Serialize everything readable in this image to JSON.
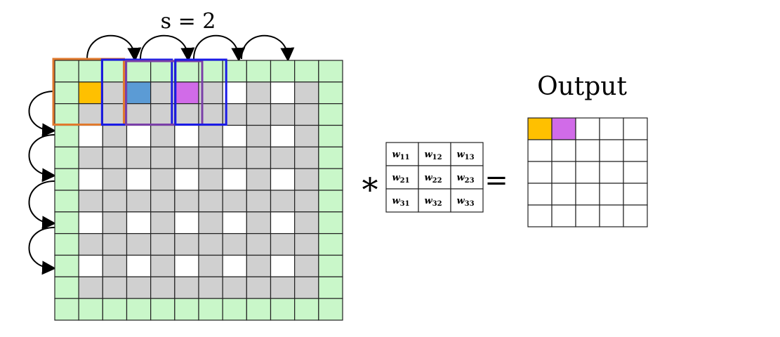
{
  "stride_label": "s = 2",
  "operator_symbol": "*",
  "equals_symbol": "=",
  "output_label": "Output",
  "kernel": {
    "cells": [
      [
        "11",
        "12",
        "13"
      ],
      [
        "21",
        "22",
        "23"
      ],
      [
        "31",
        "32",
        "33"
      ]
    ],
    "symbol": "w"
  },
  "input_grid": {
    "rows": 12,
    "cols": 12,
    "padding": 1,
    "highlighted": [
      {
        "row": 1,
        "col": 1,
        "color": "#FFC000"
      },
      {
        "row": 1,
        "col": 3,
        "color": "#5B9BD5"
      },
      {
        "row": 1,
        "col": 5,
        "color": "#D16BE8"
      }
    ]
  },
  "output_grid": {
    "rows": 5,
    "cols": 5,
    "highlighted": [
      {
        "row": 0,
        "col": 0,
        "color": "#FFC000"
      },
      {
        "row": 0,
        "col": 1,
        "color": "#D16BE8"
      }
    ]
  },
  "windows": [
    {
      "name": "window-1",
      "color": "#E07A2E"
    },
    {
      "name": "window-2",
      "color": "#1A1AE6"
    },
    {
      "name": "window-3",
      "color": "#7A3FA8"
    },
    {
      "name": "window-4",
      "color": "#1A1AE6"
    }
  ],
  "colors": {
    "padding": "#C9F7C9",
    "gray": "#D0D0D0",
    "white": "#FFFFFF",
    "grid_line": "#222222"
  }
}
